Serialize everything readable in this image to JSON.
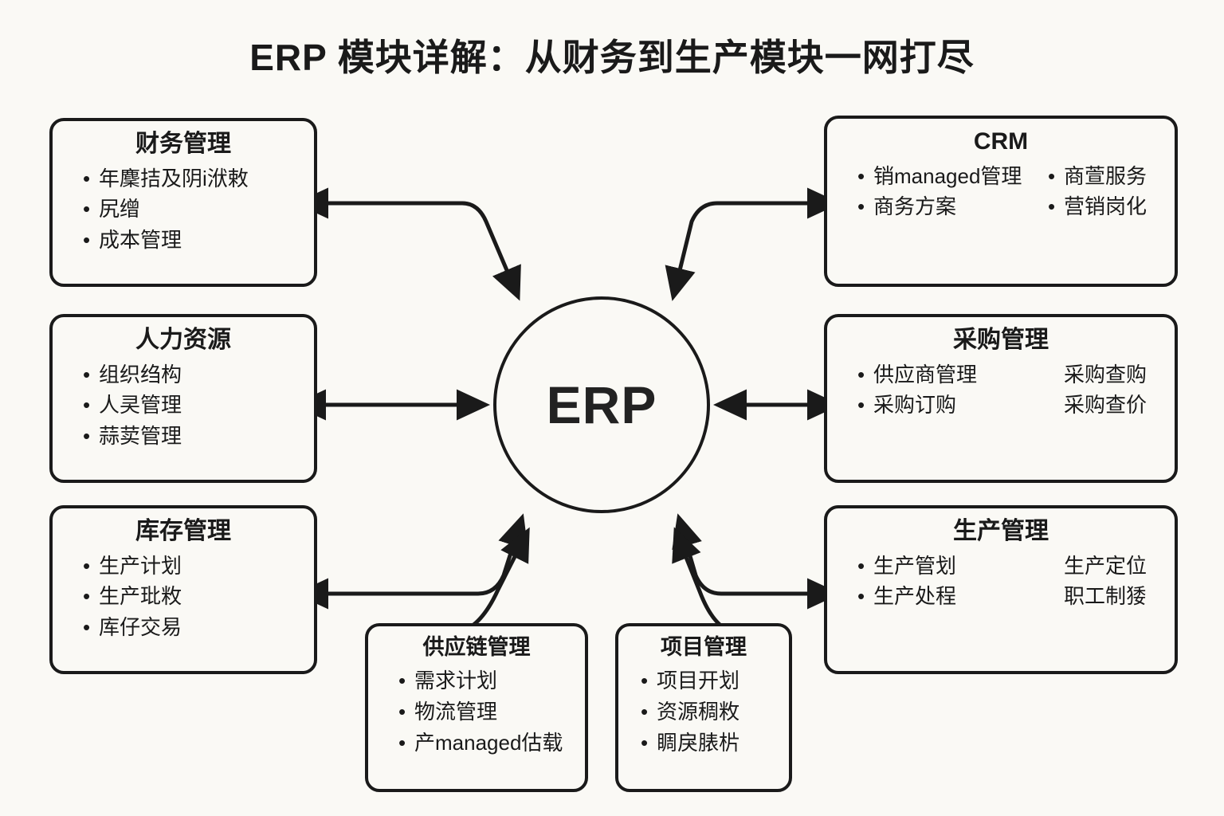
{
  "title": "ERP 模块详解：从财务到生产模块一网打尽",
  "hub": {
    "label": "ERP"
  },
  "colors": {
    "background": "#faf9f5",
    "stroke": "#1a1a1a",
    "box_fill": "#faf9f5",
    "text": "#1a1a1a"
  },
  "modules": {
    "finance": {
      "title": "财务管理",
      "items": [
        "年麇拮及阴i洑敕",
        "尻缯",
        "成本管理"
      ]
    },
    "hr": {
      "title": "人力资源",
      "items": [
        "组织绉构",
        "人㚑管理",
        "蒜荬管理"
      ]
    },
    "inventory": {
      "title": "库存管理",
      "items": [
        "生产计划",
        "生产玭敉",
        "库仔交易"
      ]
    },
    "crm": {
      "title": "CRM",
      "items_left": [
        "销managed管理",
        "商务方案"
      ],
      "items_right": [
        "商萱服务",
        "营销岗化"
      ]
    },
    "purchasing": {
      "title": "采购管理",
      "items_left": [
        "供应商管理",
        "采购订购"
      ],
      "items_right": [
        "采购查购",
        "采购查价"
      ]
    },
    "production": {
      "title": "生产管理",
      "items_left": [
        "生产管划",
        "生产处程"
      ],
      "items_right": [
        "生产定位",
        "职工制㹻"
      ]
    },
    "supply_chain": {
      "title": "供应链管理",
      "items": [
        "需求计划",
        "物流管理",
        "产managed估载"
      ]
    },
    "project": {
      "title": "项目管理",
      "items": [
        "项目开划",
        "资源稠敉",
        "睭戾脿㭊"
      ]
    }
  },
  "bullet_char": "•",
  "connections": [
    {
      "from": "finance",
      "to": "hub",
      "style": "elbow",
      "heads": "both"
    },
    {
      "from": "hr",
      "to": "hub",
      "style": "straight",
      "heads": "both"
    },
    {
      "from": "inventory",
      "to": "hub",
      "style": "elbow",
      "heads": "both"
    },
    {
      "from": "crm",
      "to": "hub",
      "style": "elbow",
      "heads": "both"
    },
    {
      "from": "purchasing",
      "to": "hub",
      "style": "straight",
      "heads": "both"
    },
    {
      "from": "production",
      "to": "hub",
      "style": "elbow",
      "heads": "both"
    },
    {
      "from": "supply_chain",
      "to": "hub",
      "style": "curve",
      "heads": "single"
    },
    {
      "from": "project",
      "to": "hub",
      "style": "curve",
      "heads": "single"
    }
  ]
}
